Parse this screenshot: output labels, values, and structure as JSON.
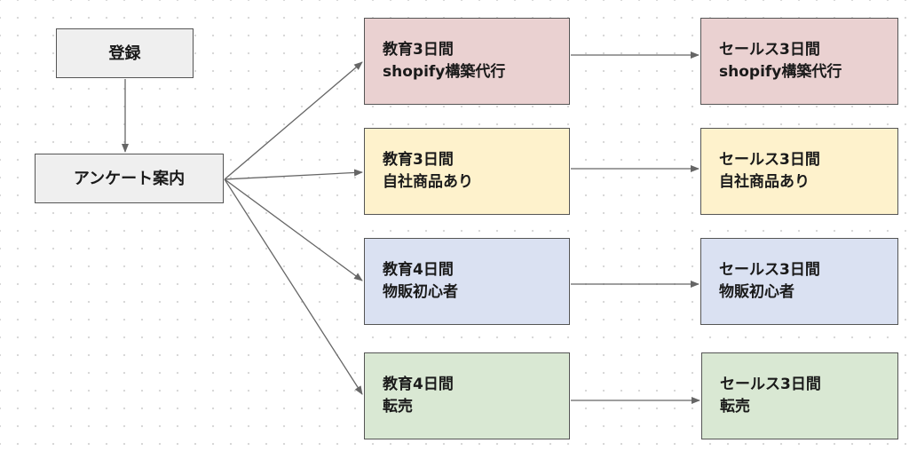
{
  "nodes": {
    "register": {
      "label": "登録"
    },
    "survey": {
      "label": "アンケート案内"
    },
    "track1": {
      "education": {
        "line1": "教育3日間",
        "line2": "shopify構築代行"
      },
      "sales": {
        "line1": "セールス3日間",
        "line2": "shopify構築代行"
      }
    },
    "track2": {
      "education": {
        "line1": "教育3日間",
        "line2": "自社商品あり"
      },
      "sales": {
        "line1": "セールス3日間",
        "line2": "自社商品あり"
      }
    },
    "track3": {
      "education": {
        "line1": "教育4日間",
        "line2": "物販初心者"
      },
      "sales": {
        "line1": "セールス3日間",
        "line2": "物販初心者"
      }
    },
    "track4": {
      "education": {
        "line1": "教育4日間",
        "line2": "転売"
      },
      "sales": {
        "line1": "セールス3日間",
        "line2": "転売"
      }
    }
  },
  "colors": {
    "gray_box": "#efefef",
    "track1": "#ead1d1",
    "track2": "#fef2cc",
    "track3": "#dae1f2",
    "track4": "#d9e8d3",
    "connector": "#666666"
  }
}
